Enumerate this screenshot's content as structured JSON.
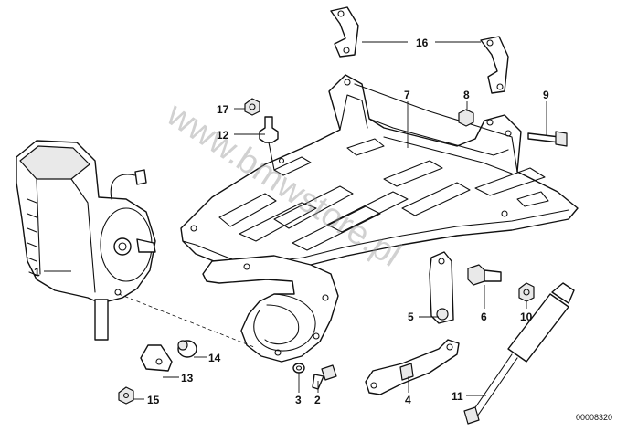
{
  "watermark": "www.bmwstore.pl",
  "diagram_code": "00008320",
  "callouts": {
    "c1": "1",
    "c2": "2",
    "c3": "3",
    "c4": "4",
    "c5": "5",
    "c6": "6",
    "c7": "7",
    "c8": "8",
    "c9": "9",
    "c10": "10",
    "c11": "11",
    "c12": "12",
    "c13": "13",
    "c14": "14",
    "c15": "15",
    "c16": "16",
    "c17": "17"
  }
}
